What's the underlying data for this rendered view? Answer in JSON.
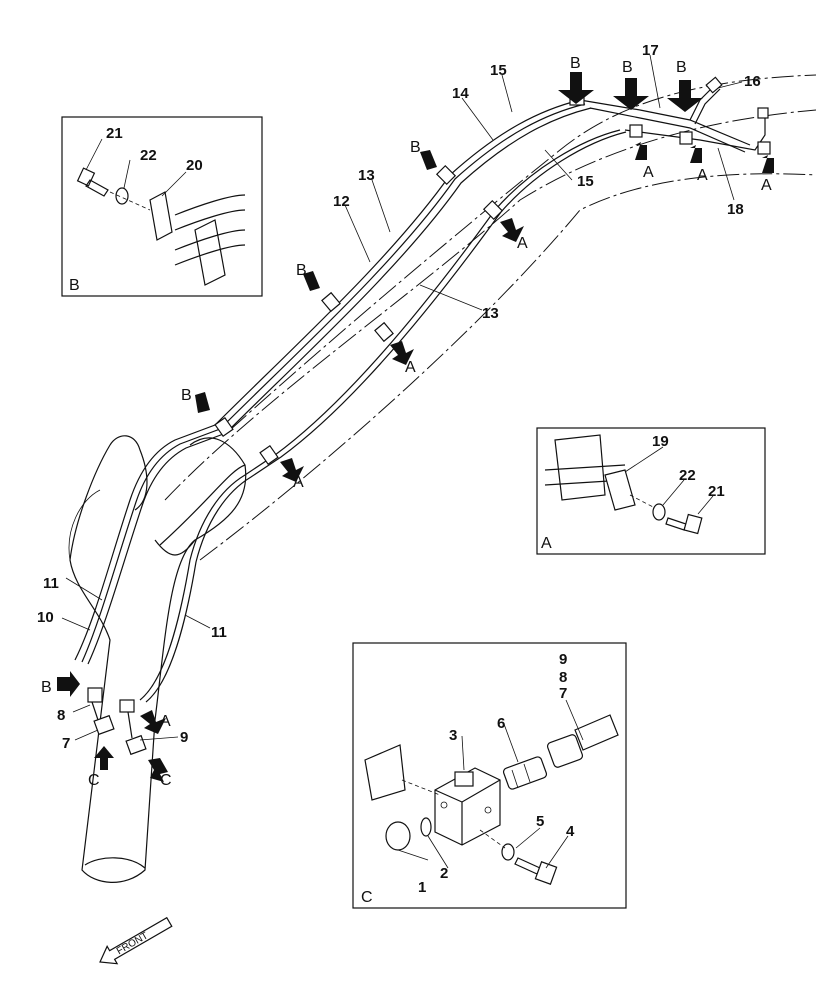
{
  "part_numbers": {
    "n1": "1",
    "n2": "2",
    "n3": "3",
    "n4": "4",
    "n5": "5",
    "n6": "6",
    "n7": "7",
    "n8": "8",
    "n9": "9",
    "n10": "10",
    "n11": "11",
    "n12": "12",
    "n13": "13",
    "n14": "14",
    "n15": "15",
    "n16": "16",
    "n17": "17",
    "n18": "18",
    "n19": "19",
    "n20": "20",
    "n21": "21",
    "n22": "22"
  },
  "detail_letters": {
    "a": "A",
    "b": "B",
    "c": "C"
  },
  "front_label": "FRONT"
}
